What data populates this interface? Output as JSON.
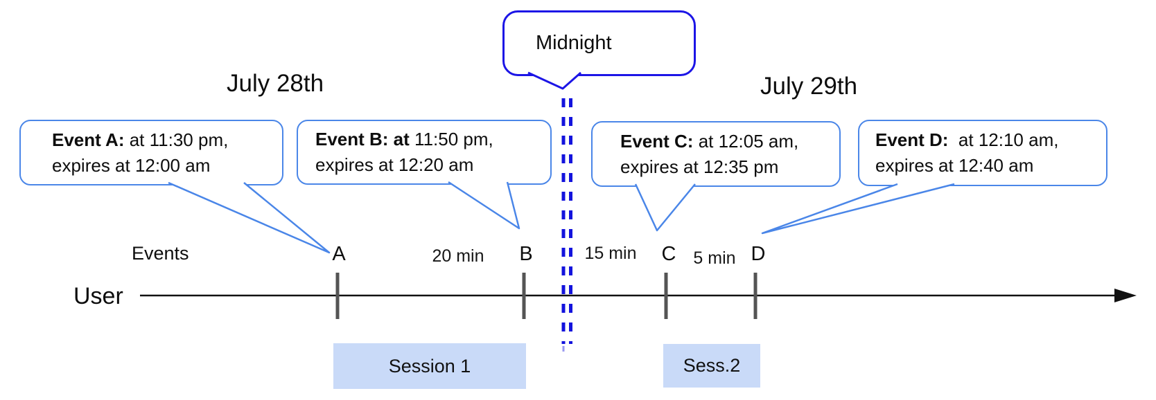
{
  "dates": {
    "left": "July 28th",
    "right": "July 29th"
  },
  "midnight_callout": {
    "label": "Midnight"
  },
  "event_callouts": [
    {
      "id": "A",
      "bold": "Event A:",
      "line1_rest": " at 11:30 pm,",
      "line2": "expires at 12:00 am"
    },
    {
      "id": "B",
      "bold": "Event B: at",
      "line1_rest": " 11:50 pm,",
      "line2": "expires at 12:20 am"
    },
    {
      "id": "C",
      "bold": "Event C:",
      "line1_rest": " at 12:05 am,",
      "line2": "expires at 12:35 pm"
    },
    {
      "id": "D",
      "bold": "Event D:",
      "line1_rest": "  at 12:10 am,",
      "line2": "expires at 12:40 am"
    }
  ],
  "timeline": {
    "events_label": "Events",
    "user_label": "User",
    "ticks": [
      "A",
      "B",
      "C",
      "D"
    ],
    "intervals": [
      "20 min",
      "15 min",
      "5 min"
    ]
  },
  "sessions": [
    {
      "label": "Session 1"
    },
    {
      "label": "Sess.2"
    }
  ],
  "colors": {
    "callout_border": "#4a86e8",
    "midnight_border": "#1c15e6",
    "midnight_dash": "#1313dd",
    "session_fill": "#c9daf8",
    "tick_gray": "#545454",
    "axis_black": "#111111"
  }
}
